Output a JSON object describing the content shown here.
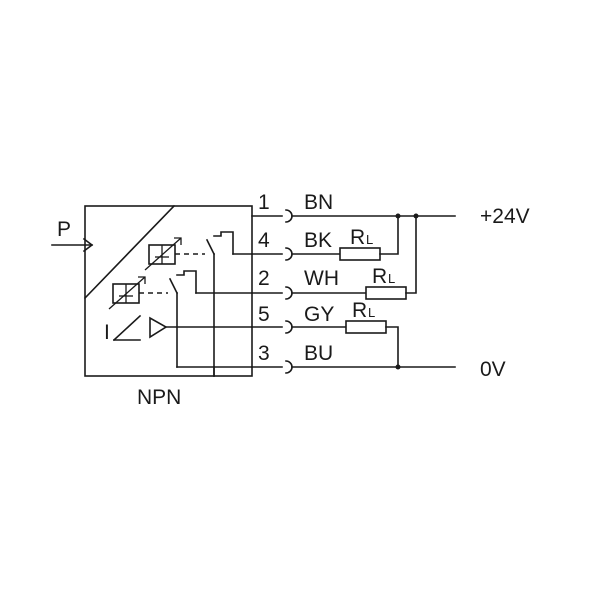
{
  "diagram": {
    "input_label": "P",
    "output_type": "NPN",
    "supply_positive": "+24V",
    "supply_ground": "0V",
    "pins": [
      {
        "number": "1",
        "color": "BN"
      },
      {
        "number": "4",
        "color": "BK",
        "load": "R",
        "load_sub": "L"
      },
      {
        "number": "2",
        "color": "WH",
        "load": "R",
        "load_sub": "L"
      },
      {
        "number": "5",
        "color": "GY",
        "load": "R",
        "load_sub": "L"
      },
      {
        "number": "3",
        "color": "BU"
      }
    ],
    "analog_output_symbol": "I"
  }
}
